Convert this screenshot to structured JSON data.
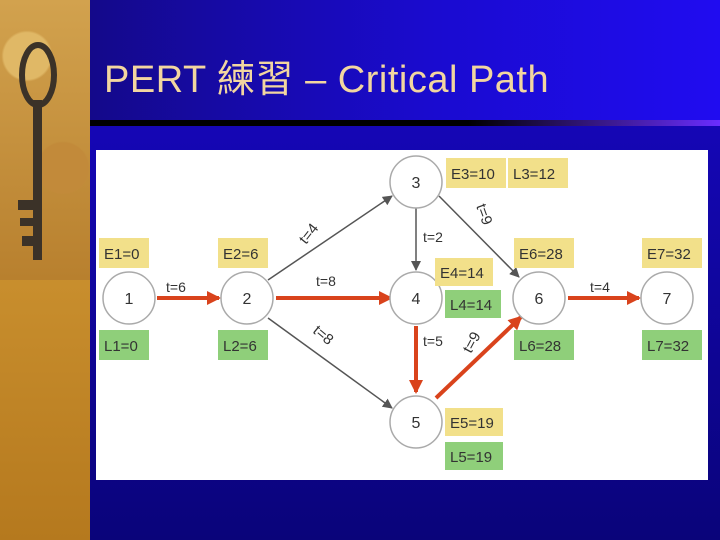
{
  "title": "PERT 練習 – Critical Path",
  "colors": {
    "background": "#1406b0",
    "title_text": "#f2d6a0",
    "early_box": "#f2e08a",
    "late_box": "#8fcf7a",
    "critical_arrow": "#d9431c",
    "normal_arrow": "#555555"
  },
  "nodes": [
    {
      "id": "1",
      "label": "1"
    },
    {
      "id": "2",
      "label": "2"
    },
    {
      "id": "3",
      "label": "3"
    },
    {
      "id": "4",
      "label": "4"
    },
    {
      "id": "5",
      "label": "5"
    },
    {
      "id": "6",
      "label": "6"
    },
    {
      "id": "7",
      "label": "7"
    }
  ],
  "edges": [
    {
      "from": "1",
      "to": "2",
      "label": "t=6",
      "critical": true
    },
    {
      "from": "2",
      "to": "3",
      "label": "t=4",
      "critical": false
    },
    {
      "from": "2",
      "to": "4",
      "label": "t=8",
      "critical": true
    },
    {
      "from": "2",
      "to": "5",
      "label": "t=8",
      "critical": false
    },
    {
      "from": "3",
      "to": "4",
      "label": "t=2",
      "critical": false
    },
    {
      "from": "3",
      "to": "6",
      "label": "t=9",
      "critical": false
    },
    {
      "from": "4",
      "to": "5",
      "label": "t=5",
      "critical": true
    },
    {
      "from": "5",
      "to": "6",
      "label": "t=9",
      "critical": true
    },
    {
      "from": "6",
      "to": "7",
      "label": "t=4",
      "critical": true
    }
  ],
  "labels": {
    "e1": "E1=0",
    "l1": "L1=0",
    "e2": "E2=6",
    "l2": "L2=6",
    "e3": "E3=10",
    "l3": "L3=12",
    "e4": "E4=14",
    "l4": "L4=14",
    "e5": "E5=19",
    "l5": "L5=19",
    "e6": "E6=28",
    "l6": "L6=28",
    "e7": "E7=32",
    "l7": "L7=32"
  }
}
